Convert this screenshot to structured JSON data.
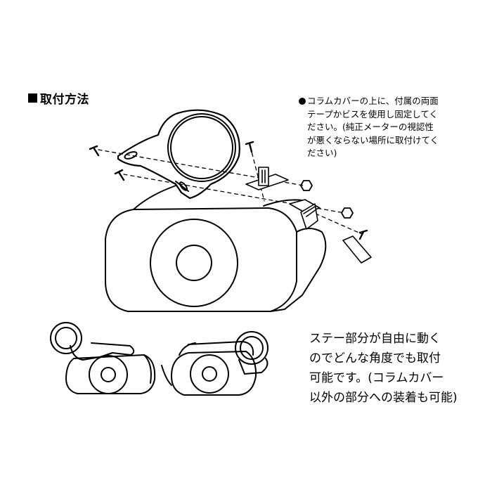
{
  "heading": {
    "label": "取付方法"
  },
  "note": {
    "lines": [
      "コラムカバーの上に、付属の両面",
      "テープかビスを使用し固定してく",
      "ださい。(純正メーターの視認性",
      "が悪くならない場所に取付けてく",
      "ださい)"
    ]
  },
  "caption": {
    "lines": [
      "ステー部分が自由に動く",
      "のでどんな角度でも取付",
      "可能です。(コラムカバー",
      "以外の部分への装着も可能)"
    ]
  },
  "icons": [
    "screw-icon",
    "nut-icon",
    "bracket-icon",
    "adhesive-tape-icon",
    "meter-icon",
    "column-cover-icon"
  ]
}
